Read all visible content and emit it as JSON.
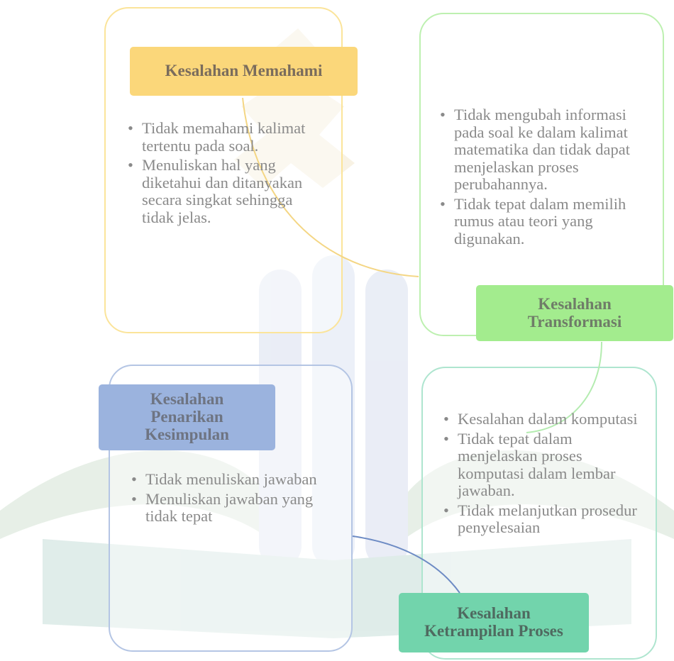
{
  "diagram": {
    "memahami": {
      "title": "Kesalahan Memahami",
      "items": [
        "Tidak memahami kalimat tertentu pada soal.",
        "Menuliskan hal yang diketahui dan ditanyakan secara singkat sehingga tidak jelas."
      ]
    },
    "transformasi": {
      "title_line1": "Kesalahan",
      "title_line2": "Transformasi",
      "items": [
        "Tidak mengubah informasi pada soal ke dalam kalimat matematika dan tidak dapat menjelaskan proses perubahannya.",
        "Tidak tepat dalam memilih rumus atau teori yang digunakan."
      ]
    },
    "penarikan_kesimpulan": {
      "title_line1": "Kesalahan",
      "title_line2": "Penarikan",
      "title_line3": "Kesimpulan",
      "items": [
        "Tidak menuliskan jawaban",
        "Menuliskan jawaban yang tidak tepat"
      ]
    },
    "ketrampilan_proses": {
      "title_line1": "Kesalahan",
      "title_line2": "Ketrampilan Proses",
      "items": [
        "Kesalahan dalam komputasi",
        "Tidak tepat dalam menjelaskan proses komputasi dalam lembar jawaban.",
        "Tidak melanjutkan prosedur penyelesaian"
      ]
    },
    "colors": {
      "memahami": "#fbd77a",
      "transformasi": "#a3ec8e",
      "penarikan_kesimpulan": "#9bb3de",
      "ketrampilan_proses": "#72d4ac"
    }
  }
}
